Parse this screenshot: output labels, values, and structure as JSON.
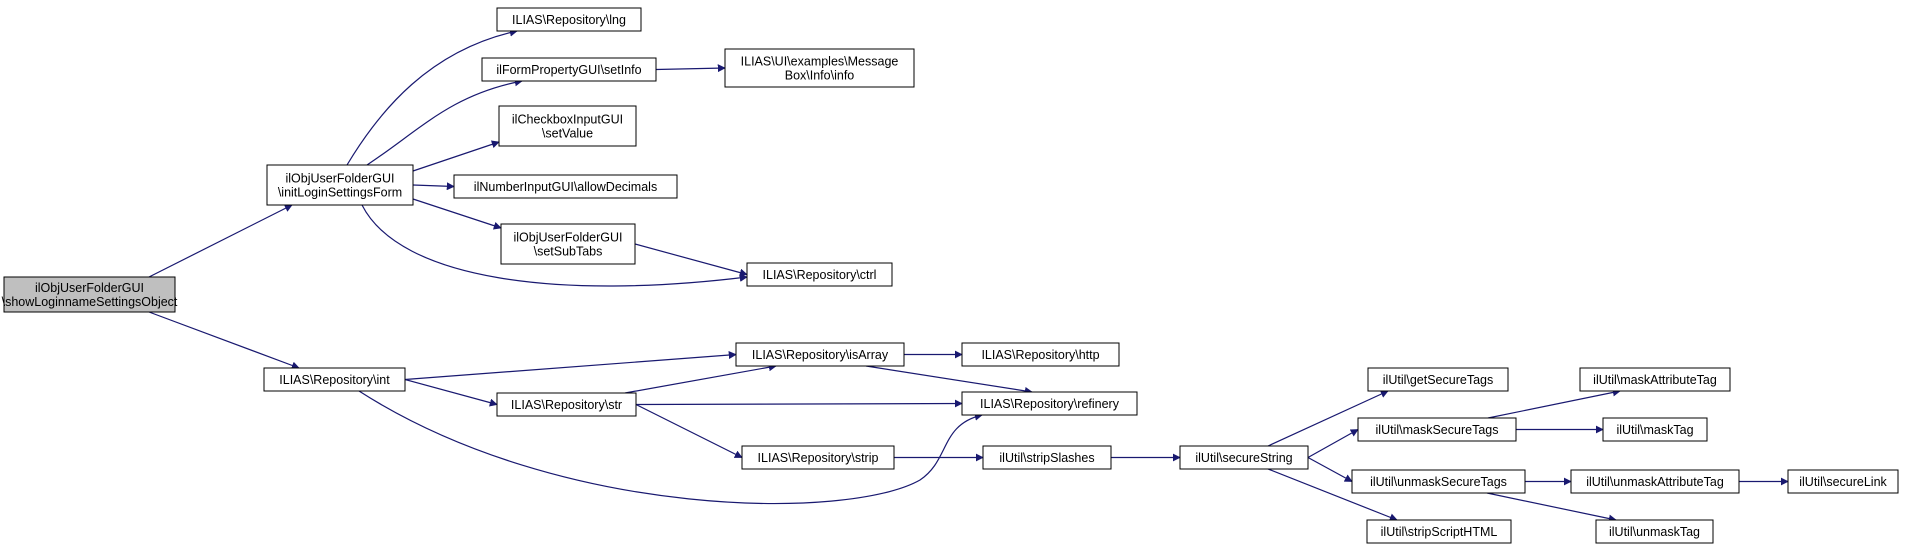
{
  "graph": {
    "nodes": [
      {
        "id": "root",
        "lines": [
          "ilObjUserFolderGUI",
          "\\showLoginnameSettingsObject"
        ],
        "highlight": true
      },
      {
        "id": "initLogin",
        "lines": [
          "ilObjUserFolderGUI",
          "\\initLoginSettingsForm"
        ]
      },
      {
        "id": "lng",
        "lines": [
          "ILIAS\\Repository\\lng"
        ]
      },
      {
        "id": "setInfo",
        "lines": [
          "ilFormPropertyGUI\\setInfo"
        ]
      },
      {
        "id": "msgInfo",
        "lines": [
          "ILIAS\\UI\\examples\\Message",
          "Box\\Info\\info"
        ]
      },
      {
        "id": "setValue",
        "lines": [
          "ilCheckboxInputGUI",
          "\\setValue"
        ]
      },
      {
        "id": "allowDec",
        "lines": [
          "ilNumberInputGUI\\allowDecimals"
        ]
      },
      {
        "id": "setSubTabs",
        "lines": [
          "ilObjUserFolderGUI",
          "\\setSubTabs"
        ]
      },
      {
        "id": "ctrl",
        "lines": [
          "ILIAS\\Repository\\ctrl"
        ]
      },
      {
        "id": "int",
        "lines": [
          "ILIAS\\Repository\\int"
        ]
      },
      {
        "id": "isArray",
        "lines": [
          "ILIAS\\Repository\\isArray"
        ]
      },
      {
        "id": "http",
        "lines": [
          "ILIAS\\Repository\\http"
        ]
      },
      {
        "id": "str",
        "lines": [
          "ILIAS\\Repository\\str"
        ]
      },
      {
        "id": "refinery",
        "lines": [
          "ILIAS\\Repository\\refinery"
        ]
      },
      {
        "id": "strip",
        "lines": [
          "ILIAS\\Repository\\strip"
        ]
      },
      {
        "id": "stripSlashes",
        "lines": [
          "ilUtil\\stripSlashes"
        ]
      },
      {
        "id": "secureString",
        "lines": [
          "ilUtil\\secureString"
        ]
      },
      {
        "id": "getSecureTags",
        "lines": [
          "ilUtil\\getSecureTags"
        ]
      },
      {
        "id": "maskSecureTags",
        "lines": [
          "ilUtil\\maskSecureTags"
        ]
      },
      {
        "id": "unmaskSecureTags",
        "lines": [
          "ilUtil\\unmaskSecureTags"
        ]
      },
      {
        "id": "stripScriptHTML",
        "lines": [
          "ilUtil\\stripScriptHTML"
        ]
      },
      {
        "id": "maskAttributeTag",
        "lines": [
          "ilUtil\\maskAttributeTag"
        ]
      },
      {
        "id": "maskTag",
        "lines": [
          "ilUtil\\maskTag"
        ]
      },
      {
        "id": "unmaskAttributeTag",
        "lines": [
          "ilUtil\\unmaskAttributeTag"
        ]
      },
      {
        "id": "unmaskTag",
        "lines": [
          "ilUtil\\unmaskTag"
        ]
      },
      {
        "id": "secureLink",
        "lines": [
          "ilUtil\\secureLink"
        ]
      }
    ],
    "edges": [
      {
        "from": "root",
        "to": "initLogin"
      },
      {
        "from": "root",
        "to": "int"
      },
      {
        "from": "initLogin",
        "to": "lng"
      },
      {
        "from": "initLogin",
        "to": "setInfo"
      },
      {
        "from": "initLogin",
        "to": "setValue"
      },
      {
        "from": "initLogin",
        "to": "allowDec"
      },
      {
        "from": "initLogin",
        "to": "setSubTabs"
      },
      {
        "from": "initLogin",
        "to": "ctrl"
      },
      {
        "from": "setInfo",
        "to": "msgInfo"
      },
      {
        "from": "setSubTabs",
        "to": "ctrl"
      },
      {
        "from": "int",
        "to": "isArray"
      },
      {
        "from": "int",
        "to": "str"
      },
      {
        "from": "int",
        "to": "refinery"
      },
      {
        "from": "isArray",
        "to": "http"
      },
      {
        "from": "isArray",
        "to": "refinery"
      },
      {
        "from": "str",
        "to": "isArray"
      },
      {
        "from": "str",
        "to": "refinery"
      },
      {
        "from": "str",
        "to": "strip"
      },
      {
        "from": "strip",
        "to": "stripSlashes"
      },
      {
        "from": "stripSlashes",
        "to": "secureString"
      },
      {
        "from": "secureString",
        "to": "getSecureTags"
      },
      {
        "from": "secureString",
        "to": "maskSecureTags"
      },
      {
        "from": "secureString",
        "to": "unmaskSecureTags"
      },
      {
        "from": "secureString",
        "to": "stripScriptHTML"
      },
      {
        "from": "maskSecureTags",
        "to": "maskAttributeTag"
      },
      {
        "from": "maskSecureTags",
        "to": "maskTag"
      },
      {
        "from": "unmaskSecureTags",
        "to": "unmaskAttributeTag"
      },
      {
        "from": "unmaskSecureTags",
        "to": "unmaskTag"
      },
      {
        "from": "unmaskAttributeTag",
        "to": "secureLink"
      }
    ],
    "colors": {
      "edge": "#191970",
      "node_border": "#000000",
      "node_fill": "#ffffff",
      "root_fill": "#bfbfbf"
    }
  }
}
